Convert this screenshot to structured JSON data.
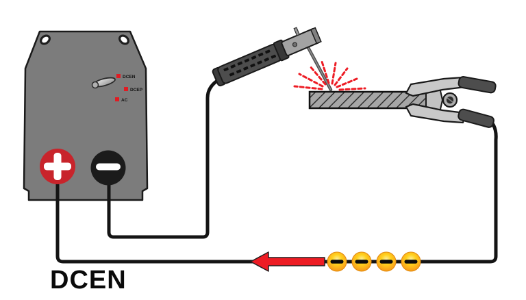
{
  "diagram": {
    "title": "DCEN"
  },
  "power_source": {
    "selected_mode": "DCEN",
    "selector_modes": [
      {
        "label": "DCEN"
      },
      {
        "label": "DCEP"
      },
      {
        "label": "AC"
      }
    ],
    "positive_terminal_symbol": "+",
    "negative_terminal_symbol": "−"
  },
  "electron_flow": {
    "electron_symbol": "−",
    "electron_count": 4,
    "arrow_direction": "left"
  },
  "colors": {
    "machine_gray": "#7c7c7c",
    "terminal_positive_red": "#c8242b",
    "terminal_negative_black": "#1b1b1b",
    "indicator_red": "#e11b22",
    "arrow_red": "#ed1c24",
    "spark_red": "#ed1c24",
    "electron_orange": "#f7941d",
    "workpiece_gray": "#a6a6a6",
    "cable_black": "#141414"
  }
}
